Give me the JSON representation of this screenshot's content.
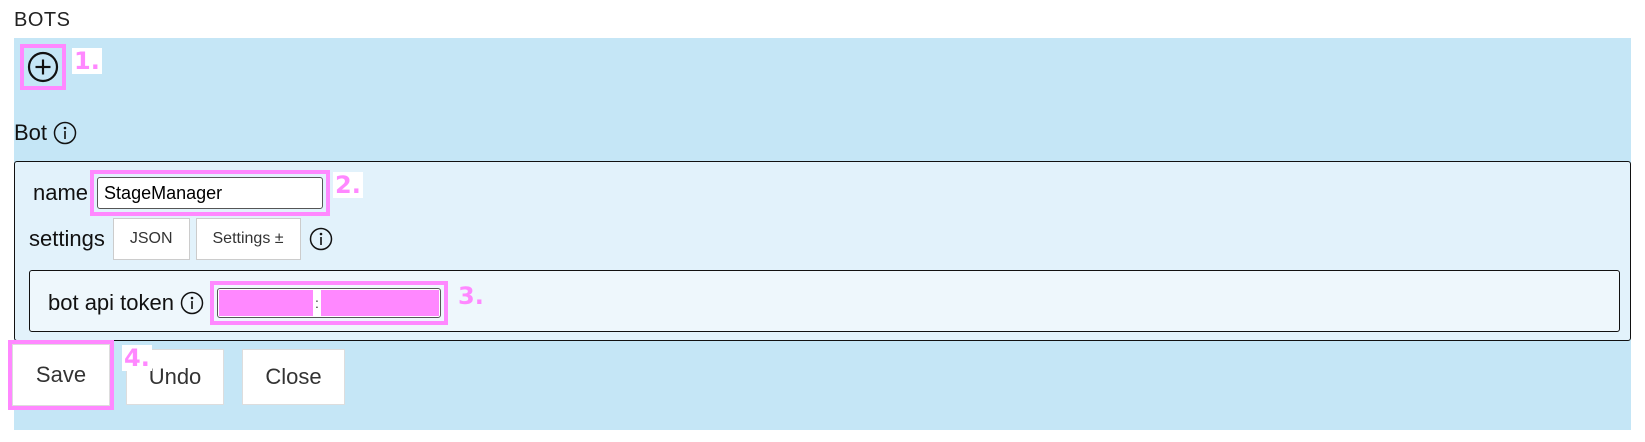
{
  "section": {
    "title": "BOTS"
  },
  "add": {
    "icon": "plus-circle-icon",
    "marker": "1."
  },
  "bot": {
    "label": "Bot",
    "info_icon": "info-icon",
    "name_label": "name",
    "name_value": "StageManager",
    "name_marker": "2.",
    "settings_label": "settings",
    "json_label": "JSON",
    "settings_toggle_label": "Settings ±",
    "token_label": "bot api token",
    "token_separator": ":",
    "token_marker": "3."
  },
  "actions": {
    "save_label": "Save",
    "undo_label": "Undo",
    "close_label": "Close",
    "save_marker": "4."
  },
  "colors": {
    "panel": "#c5e6f6",
    "inner_panel": "#e2f2fb",
    "highlight": "#ff88ff"
  }
}
